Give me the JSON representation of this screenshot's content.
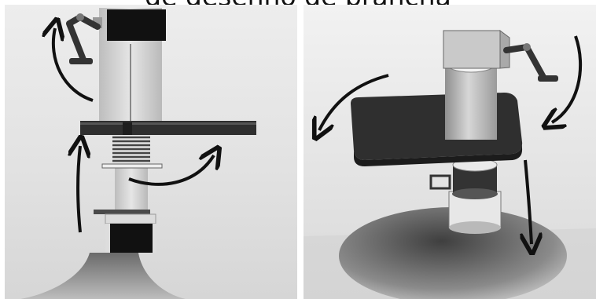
{
  "caption": "de desenho de prancha",
  "colors": {
    "arrow": "#111111",
    "platform": "#2f2f2f",
    "column": "#cfcfcf",
    "foot": "#555555"
  },
  "panels": [
    {
      "view": "straight"
    },
    {
      "view": "perspective"
    }
  ]
}
